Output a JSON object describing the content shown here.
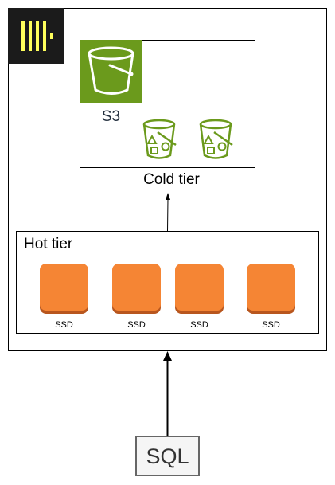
{
  "diagram": {
    "s3_label": "S3",
    "cold_tier_label": "Cold tier",
    "hot_tier_label": "Hot tier",
    "ssd_labels": [
      "SSD",
      "SSD",
      "SSD",
      "SSD"
    ],
    "sql_label": "SQL"
  },
  "colors": {
    "s3_green": "#6b9a1c",
    "ssd_orange": "#f58534",
    "logo_background": "#1b1b1b",
    "logo_yellow": "#ffff5c"
  },
  "icons": {
    "logo": "clickhouse-logo-icon",
    "s3": "s3-bucket-icon",
    "bucket": "bucket-with-objects-icon",
    "ssd": "ssd-block-icon"
  }
}
